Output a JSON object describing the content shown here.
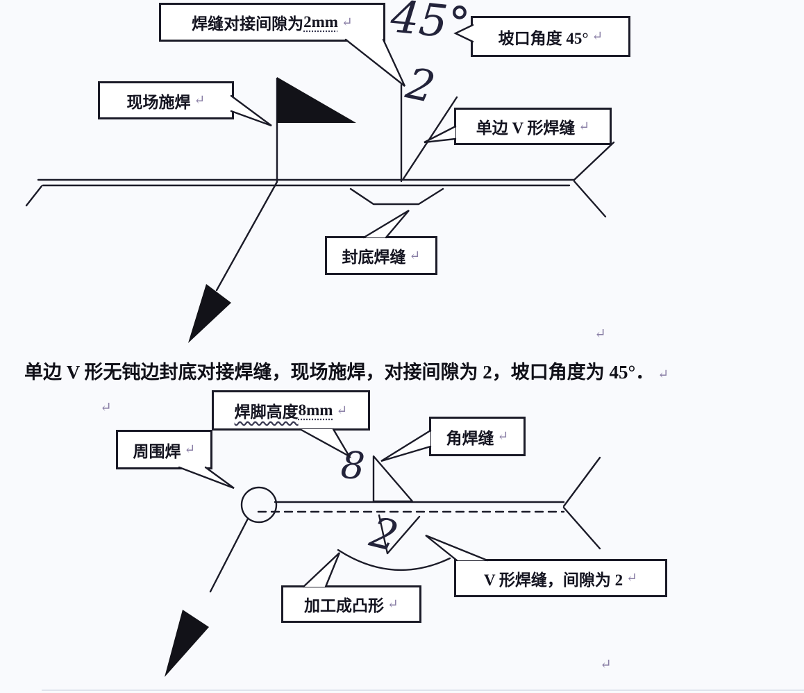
{
  "page": {
    "return_mark": "↵",
    "ink_color": "#1b1b28",
    "background_color": "#f9fafd"
  },
  "top_diagram": {
    "gap_callout": {
      "prefix": "焊缝对接间隙为 ",
      "value": "2mm"
    },
    "angle_callout": {
      "label": "坡口角度 45°"
    },
    "site_callout": {
      "label": "现场施焊"
    },
    "bevel_callout": {
      "label": "单边 V 形焊缝"
    },
    "backing_callout": {
      "label": "封底焊缝"
    },
    "handwritten_angle": "45°",
    "handwritten_gap": "2"
  },
  "caption": {
    "text": "单边 V 形无钝边封底对接焊缝，现场施焊，对接间隙为 2，坡口角度为 45°．"
  },
  "bottom_diagram": {
    "leg_callout": {
      "underlined": "焊脚高度",
      "value": " 8mm"
    },
    "around_callout": {
      "label": "周围焊"
    },
    "fillet_callout": {
      "label": "角焊缝"
    },
    "vweld_callout": {
      "label": "V 形焊缝，间隙为 2"
    },
    "convex_callout": {
      "label": "加工成凸形"
    },
    "handwritten_leg": "8",
    "handwritten_gap": "2"
  }
}
